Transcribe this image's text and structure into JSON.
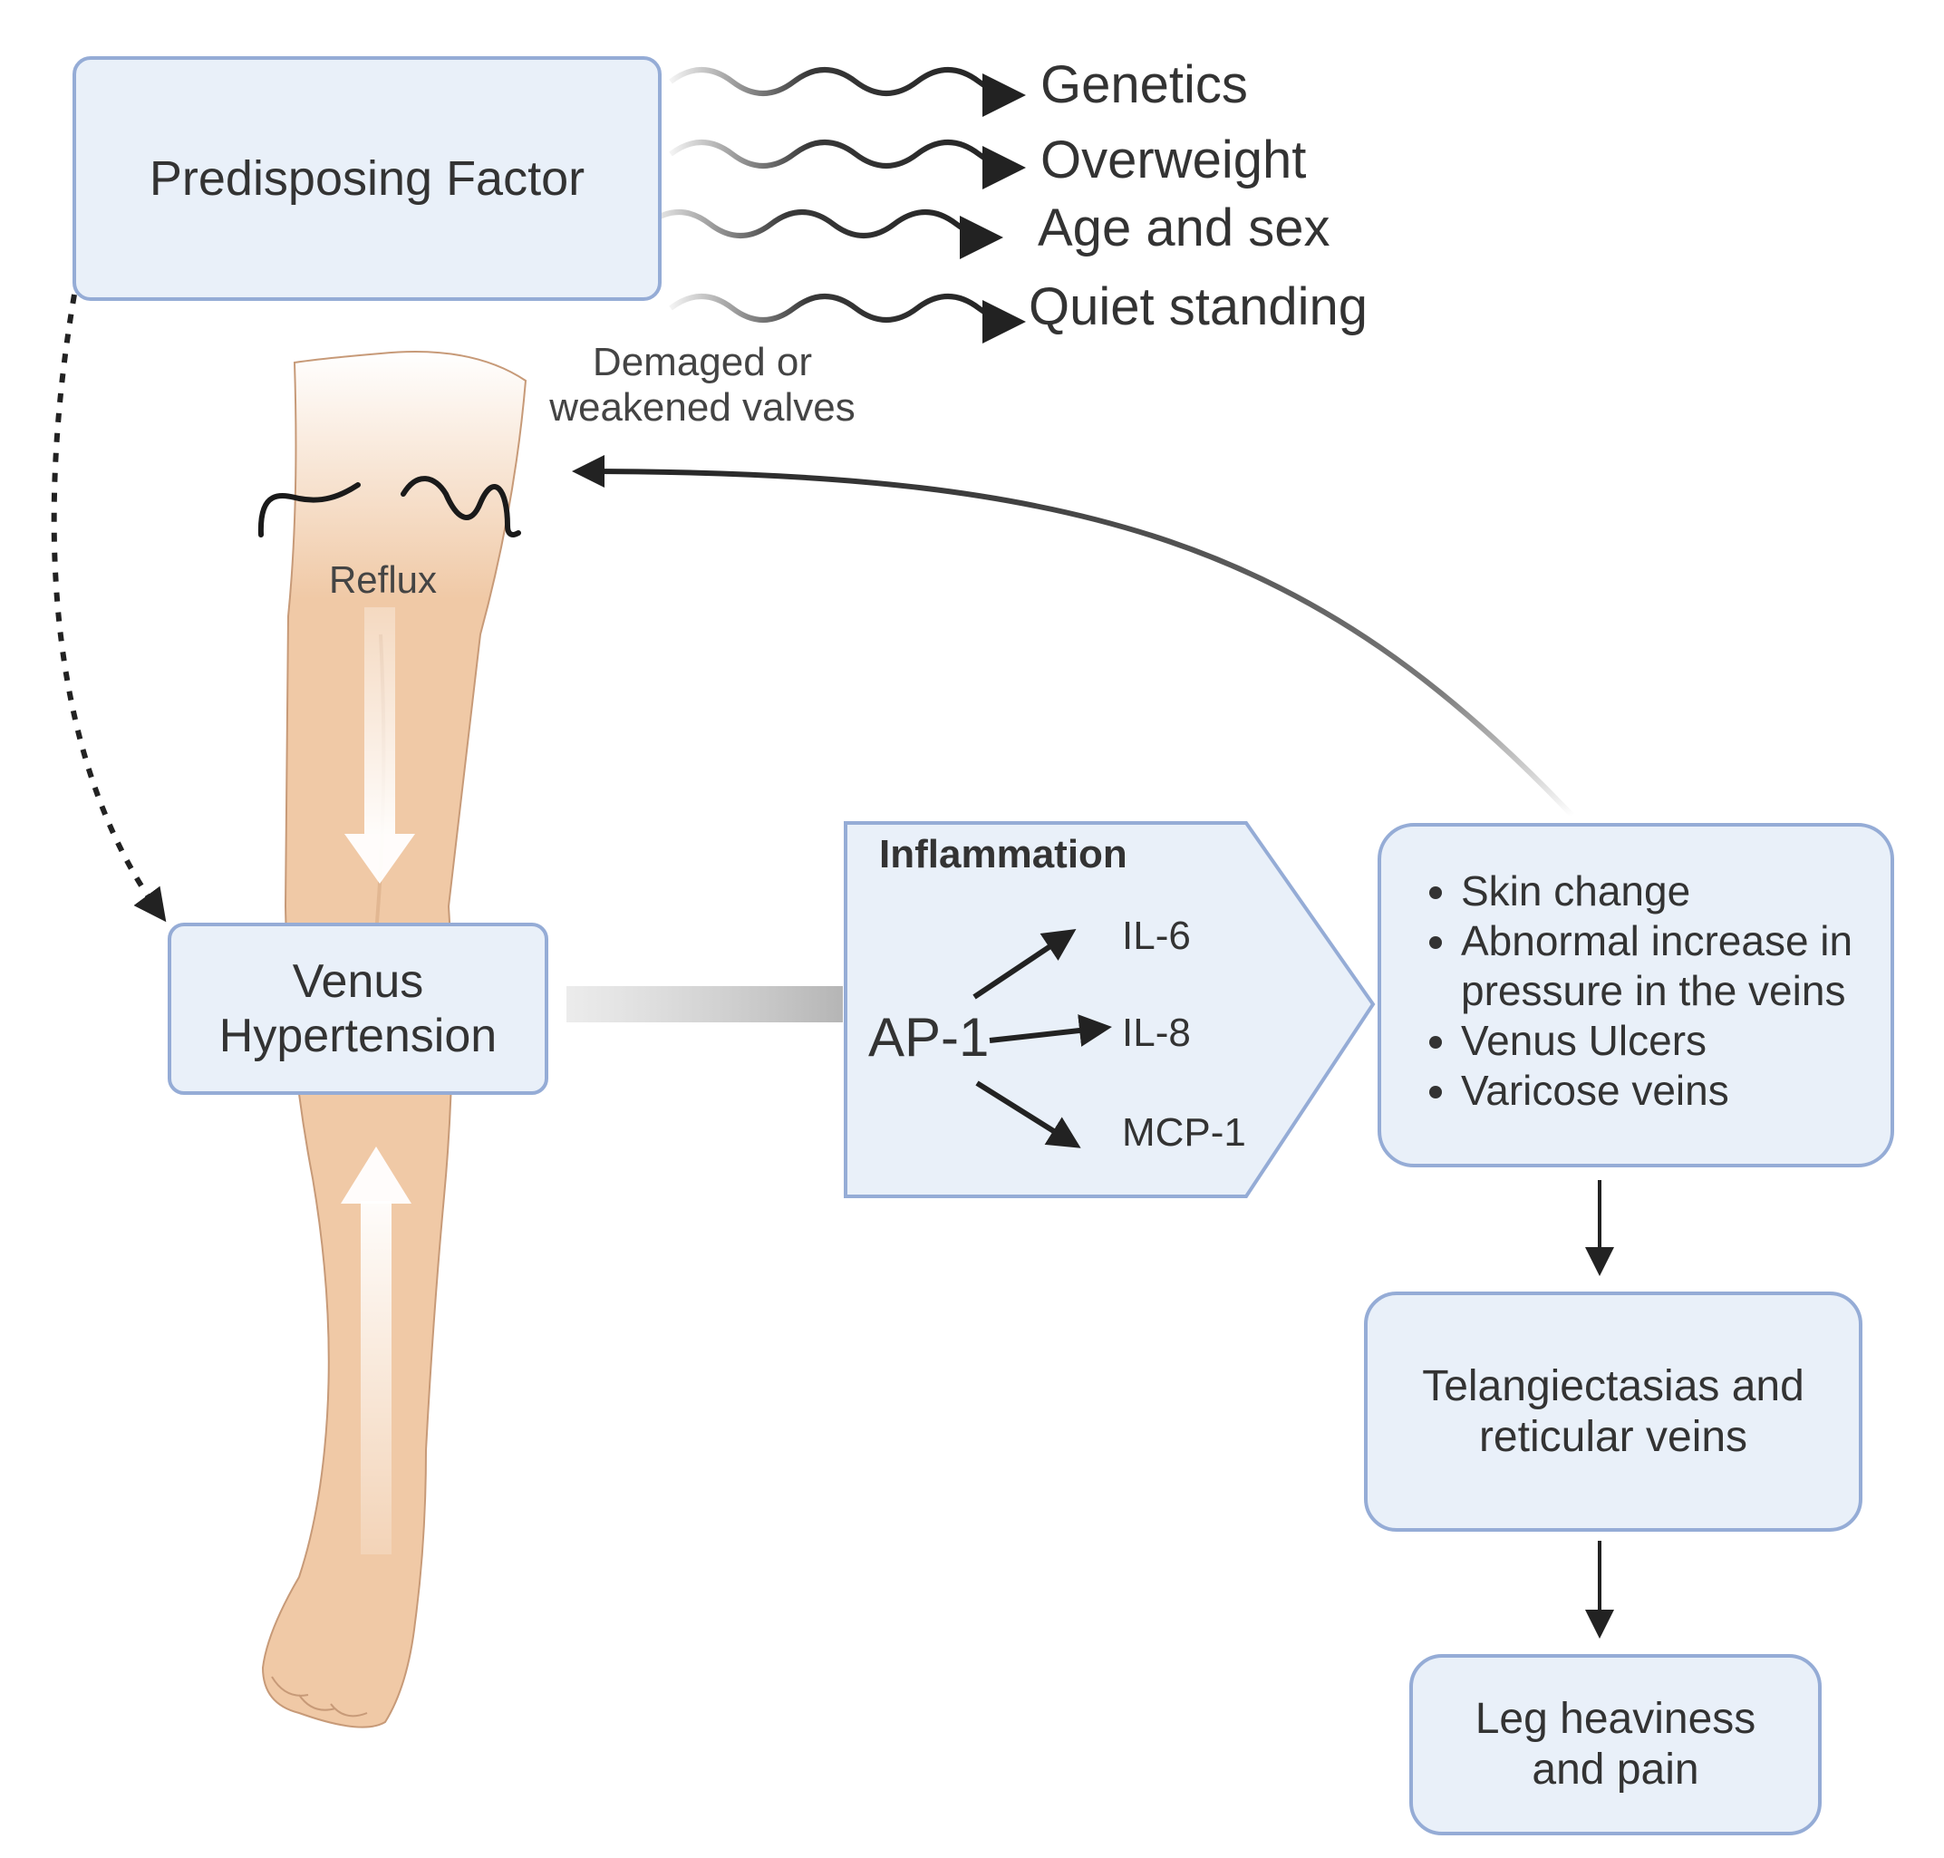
{
  "predisposing_box": {
    "label": "Predisposing Factor"
  },
  "factors": [
    {
      "label": "Genetics"
    },
    {
      "label": "Overweight"
    },
    {
      "label": "Age and sex"
    },
    {
      "label": "Quiet standing"
    }
  ],
  "valves_label": "Demaged or\nweakened valves",
  "reflux_label": "Reflux",
  "hypertension_box": {
    "label": "Venus\nHypertension"
  },
  "inflammation": {
    "title": "Inflammation",
    "source": "AP-1",
    "targets": [
      "IL-6",
      "IL-8",
      "MCP-1"
    ]
  },
  "symptoms": [
    "Skin change",
    "Abnormal increase in pressure in the veins",
    "Venus Ulcers",
    "Varicose veins"
  ],
  "telangiectasias_box": {
    "label": "Telangiectasias and\nreticular veins"
  },
  "pain_box": {
    "label": "Leg heaviness\nand pain"
  },
  "colors": {
    "box_fill": "#e9f0f9",
    "box_border": "#95acd6",
    "skin": "#f0c9a6",
    "arrow": "#222222"
  },
  "icons": [
    "leg-illustration",
    "valve-squiggle-icon",
    "wavy-arrow-icon"
  ]
}
